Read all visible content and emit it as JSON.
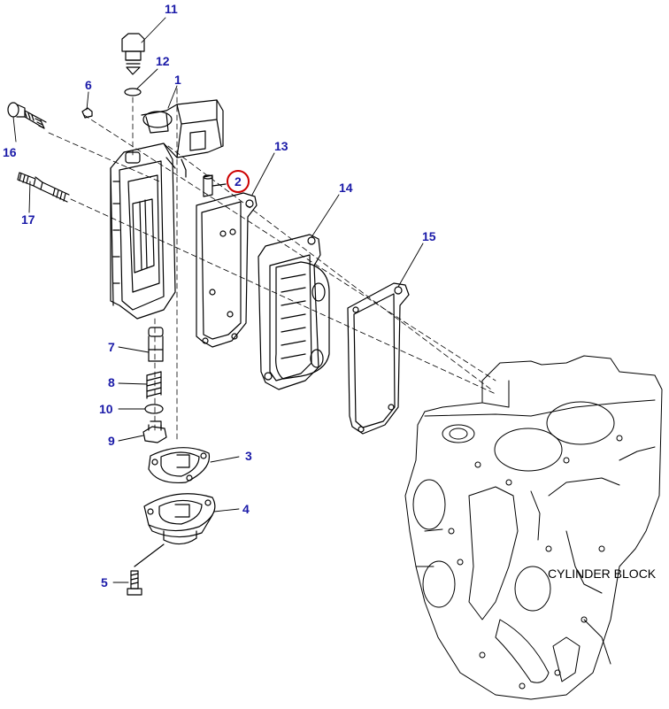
{
  "callouts": {
    "c1": "1",
    "c2": "2",
    "c3": "3",
    "c4": "4",
    "c5": "5",
    "c6": "6",
    "c7": "7",
    "c8": "8",
    "c9": "9",
    "c10": "10",
    "c11": "11",
    "c12": "12",
    "c13": "13",
    "c14": "14",
    "c15": "15",
    "c16": "16",
    "c17": "17"
  },
  "block_label": "CYLINDER BLOCK",
  "colors": {
    "callout": "#1a1aa8",
    "highlight": "#cc0000",
    "line": "#000000"
  },
  "highlighted_part": "2"
}
